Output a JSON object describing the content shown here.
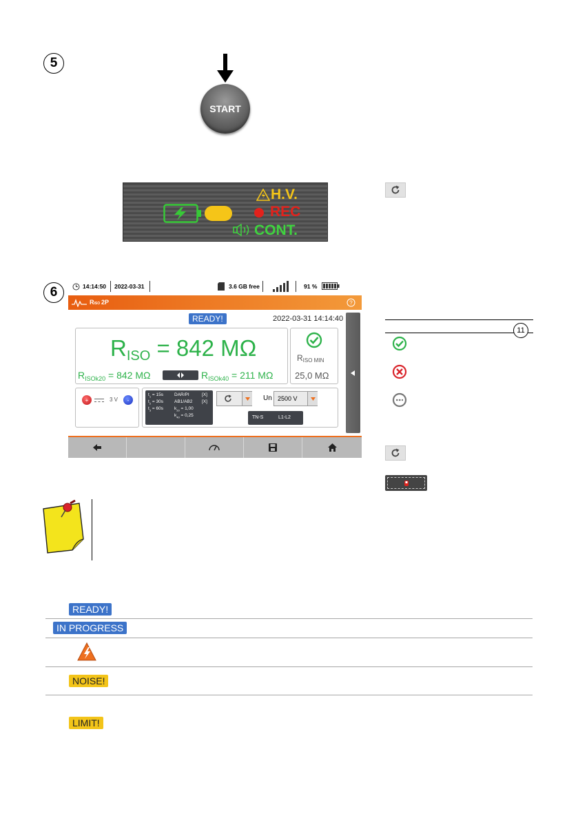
{
  "step5": {
    "number": "5",
    "start_label": "START",
    "panel": {
      "hv": "H.V.",
      "rec": "REC",
      "cont": "CONT."
    }
  },
  "step6": {
    "number": "6",
    "status_bar": {
      "time": "14:14:50",
      "date": "2022-03-31",
      "storage": "3.6 GB free",
      "battery_pct": "91 %"
    },
    "title": "2P",
    "status": "READY!",
    "datetime": "2022-03-31 14:14:40",
    "result_main_prefix": "R",
    "result_main_sub": "ISO",
    "result_main_value": " = 842 MΩ",
    "k20_prefix": "R",
    "k20_sub": "ISOk20",
    "k20_value": " = 842 MΩ",
    "k40_prefix": "R",
    "k40_sub": "ISOk40",
    "k40_value": " = 211 MΩ",
    "min_prefix": "R",
    "min_sub": "ISO MIN",
    "min_value": "25,0 MΩ",
    "probe_voltage": "3 V",
    "params": {
      "t1": "= 15s",
      "t2": "= 30s",
      "t3": "= 60s",
      "darpi": "DAR/PI",
      "darpi_flag": "[X]",
      "ab": "AB1/AB2",
      "ab_flag": "[X]",
      "k20": "= 1,00",
      "k40": "= 0,25"
    },
    "un_label": "Un",
    "un_value": "2500 V",
    "network": "TN-S",
    "line": "L1-L2"
  },
  "legend": {
    "marker": "11"
  },
  "status_badges": {
    "ready": "READY!",
    "in_progress": "IN PROGRESS",
    "noise": "NOISE!",
    "limit": "LIMIT!"
  },
  "colors": {
    "accent_orange": "#ee6f1e",
    "result_green": "#2db24a",
    "badge_blue": "#3c73c9",
    "badge_yellow": "#f3c419",
    "hv_yellow": "#f5c518",
    "rec_red": "#e3221c",
    "cont_green": "#3fd43f"
  }
}
